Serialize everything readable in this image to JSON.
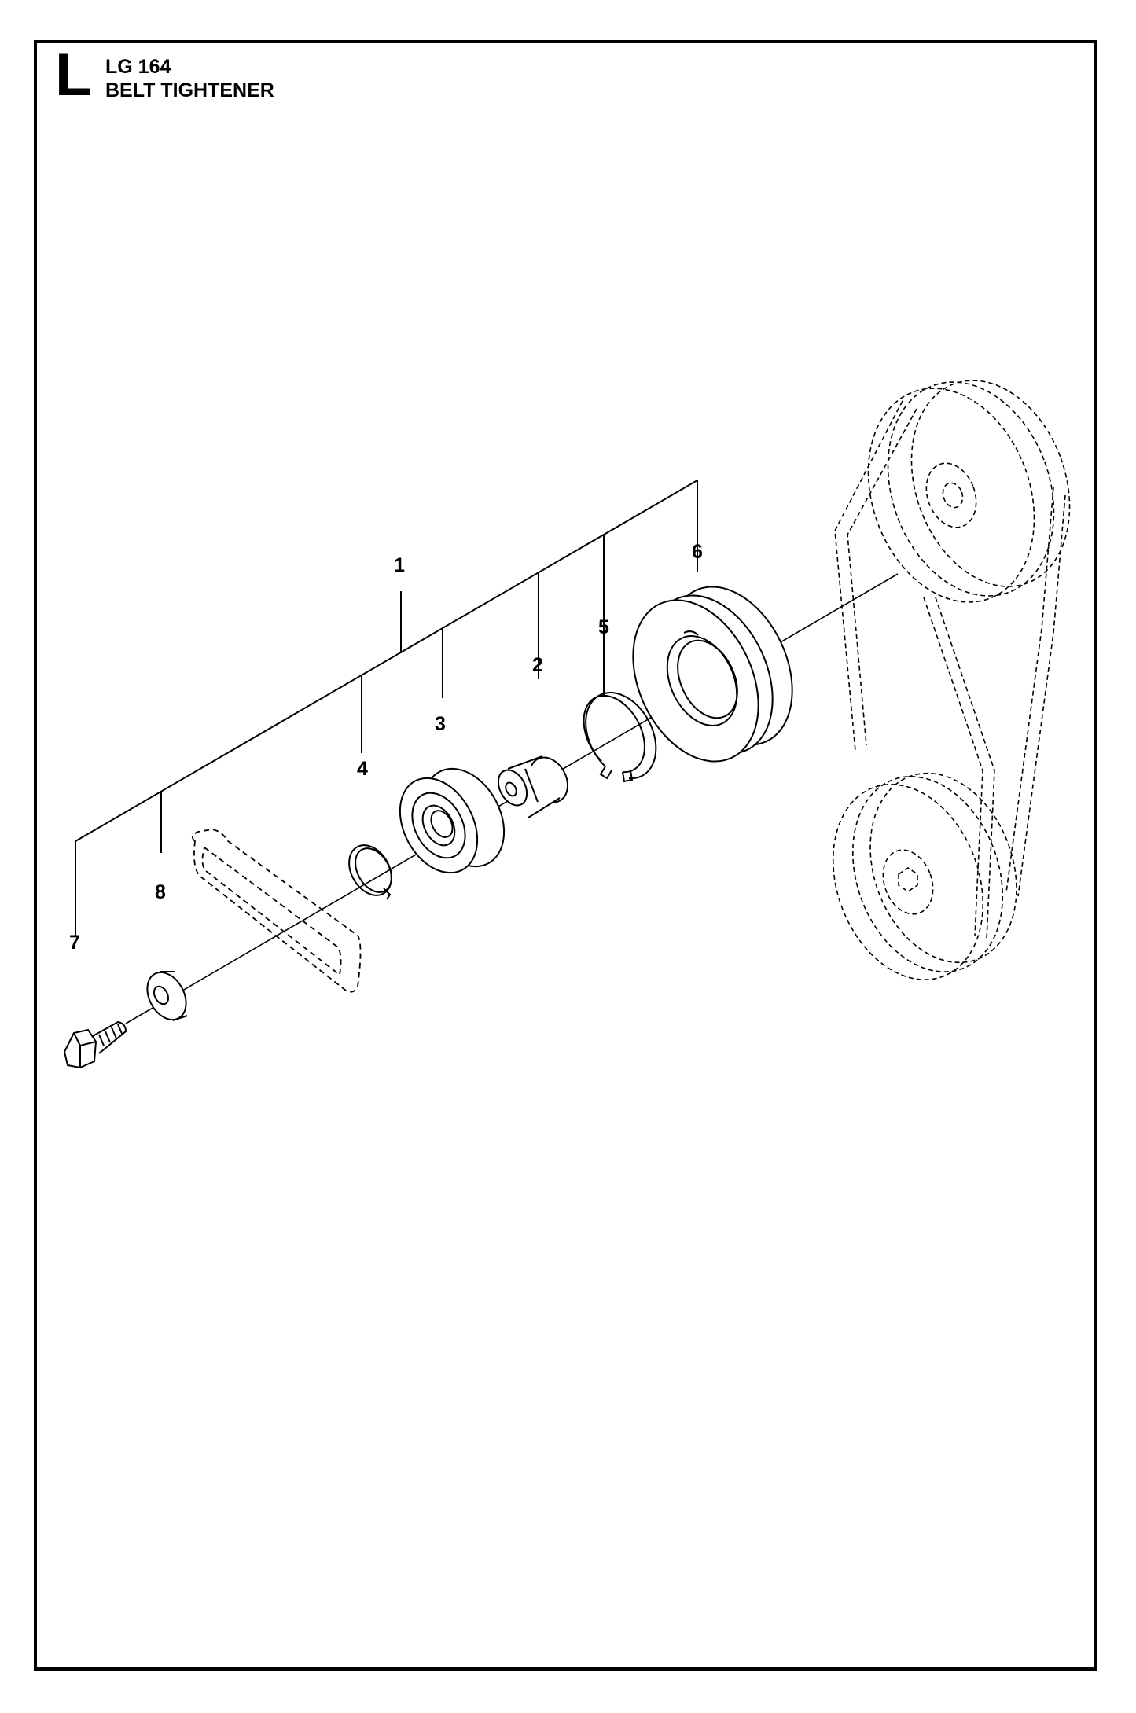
{
  "header": {
    "section_letter": "L",
    "model": "LG 164",
    "title": "BELT TIGHTENER"
  },
  "callouts": [
    {
      "id": "1",
      "label": "1"
    },
    {
      "id": "2",
      "label": "2"
    },
    {
      "id": "3",
      "label": "3"
    },
    {
      "id": "4",
      "label": "4"
    },
    {
      "id": "5",
      "label": "5"
    },
    {
      "id": "6",
      "label": "6"
    },
    {
      "id": "7",
      "label": "7"
    },
    {
      "id": "8",
      "label": "8"
    }
  ],
  "colors": {
    "line": "#000000",
    "background": "#ffffff"
  }
}
